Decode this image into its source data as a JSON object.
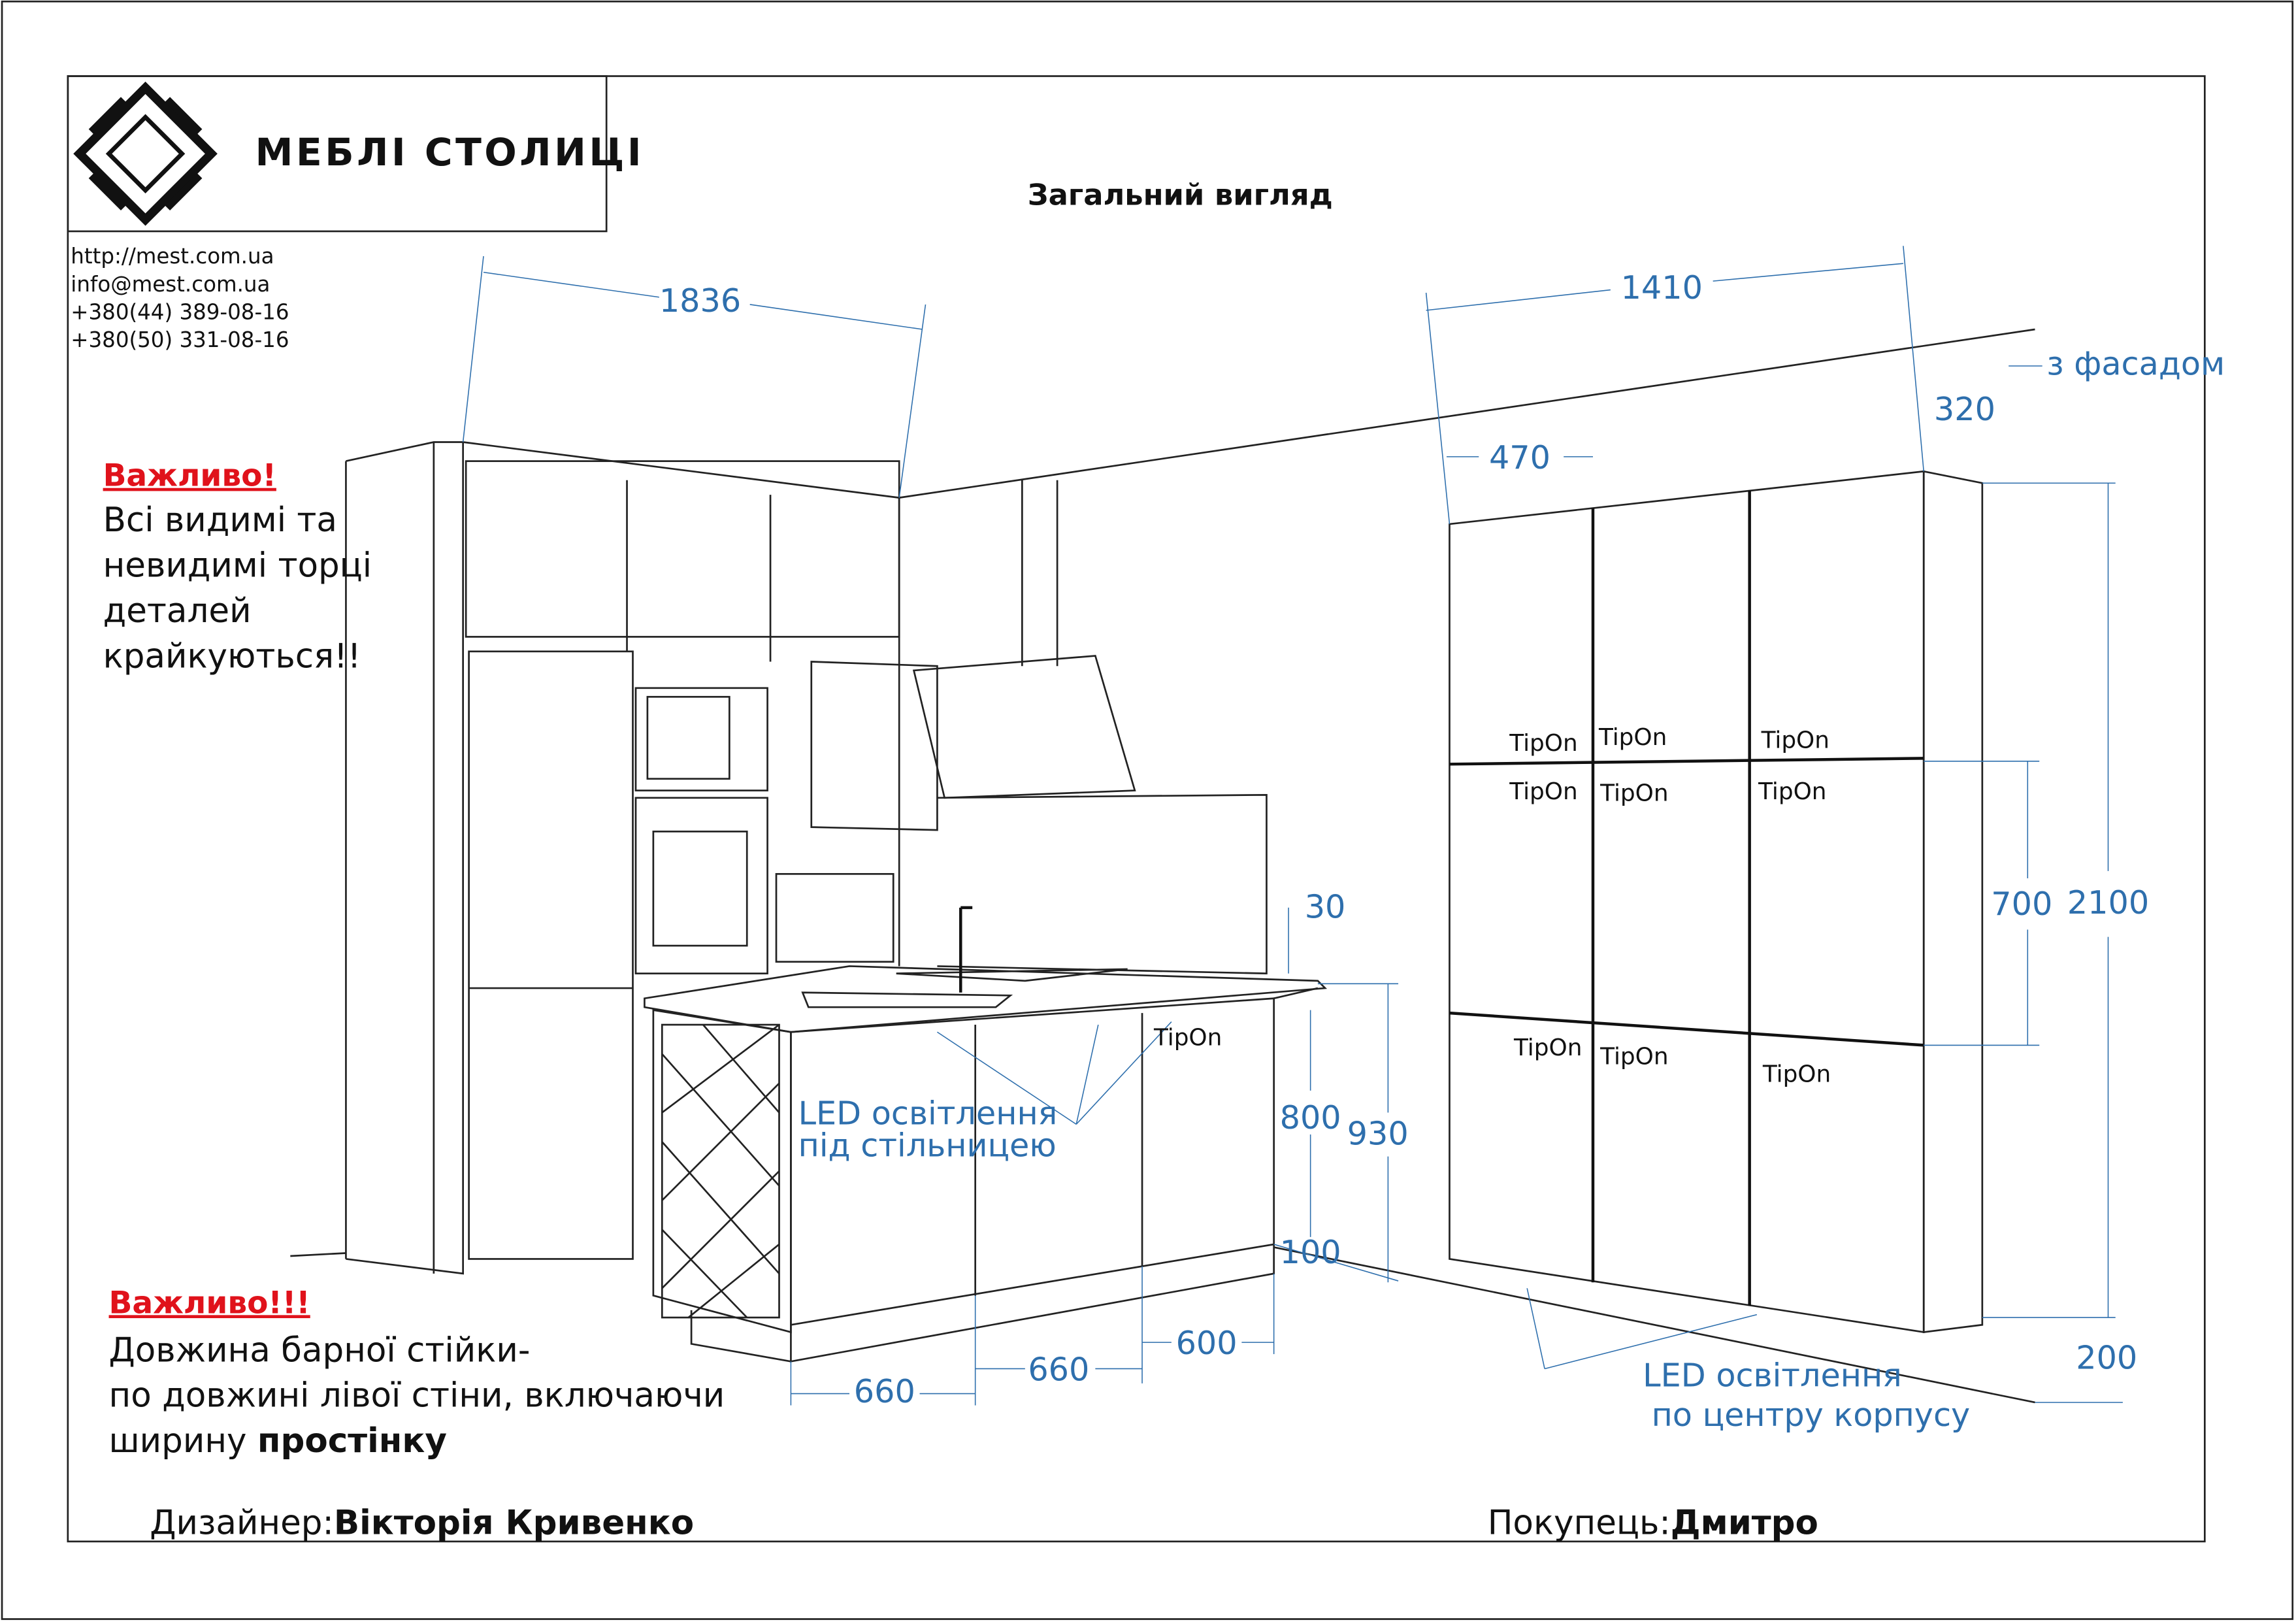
{
  "header": {
    "title": "Загальний вигляд",
    "logo_text": "МЕБЛІ СТОЛИЦІ",
    "contacts": [
      "http://mest.com.ua",
      "info@mest.com.ua",
      "+380(44)   389-08-16",
      "+380(50)   331-08-16"
    ]
  },
  "notes": {
    "note1": {
      "heading": "Важливо!",
      "lines": [
        "Всі видимі та",
        "невидимі торці",
        "деталей",
        "крайкуються!!"
      ]
    },
    "note2": {
      "heading": "Важливо!!!",
      "lines": [
        "Довжина барної стійки-",
        "по довжині лівої стіни, включаючи"
      ],
      "line3_prefix": " ширину ",
      "line3_bold": "простінку"
    }
  },
  "dimensions": {
    "left_width": "1836",
    "right_width": "1410",
    "depth": "320",
    "depth_note": "з фасадом",
    "module_width": "470",
    "height_total": "2100",
    "module_height": "700",
    "counter_thickness": "30",
    "counter_800": "800",
    "counter_930": "930",
    "plinth": "100",
    "width_600": "600",
    "width_660a": "660",
    "width_660b": "660",
    "plinth_200": "200"
  },
  "labels": {
    "led_counter": [
      "LED освітлення",
      "під стільницею"
    ],
    "led_wardrobe": [
      "LED освітлення",
      "по центру корпусу"
    ],
    "tipon": "TipOn"
  },
  "footer": {
    "designer_label": "Дизайнер:",
    "designer_name": "Вікторія Кривенко",
    "client_label": "Покупець:",
    "client_name": "Дмитро"
  },
  "colors": {
    "dimension": "#2e6fad",
    "warning": "#e0121b"
  }
}
